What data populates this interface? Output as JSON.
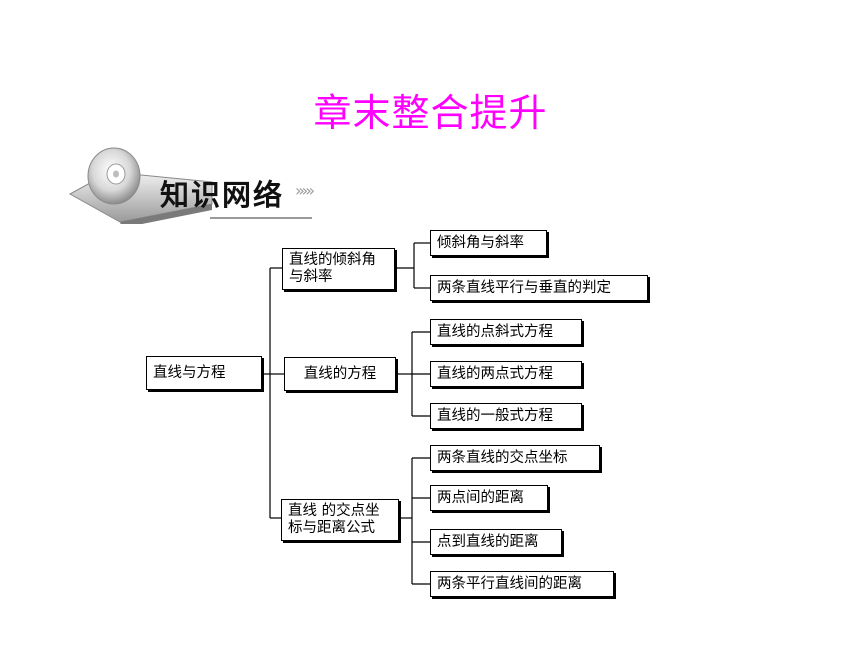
{
  "title": "章末整合提升",
  "section_badge": {
    "label": "知识网络",
    "chevrons": "›››››",
    "icon": "disc-book-icon"
  },
  "colors": {
    "title": "#ff00ff",
    "line": "#000000"
  },
  "mindmap": {
    "root": "直线与方程",
    "branches": [
      {
        "label": "直线的倾斜角与斜率",
        "children": [
          "倾斜角与斜率",
          "两条直线平行与垂直的判定"
        ]
      },
      {
        "label": "直线的方程",
        "children": [
          "直线的点斜式方程",
          "直线的两点式方程",
          "直线的一般式方程"
        ]
      },
      {
        "label": "直线 的交点坐标与距离公式",
        "children": [
          "两条直线的交点坐标",
          "两点间的距离",
          "点到直线的距离",
          "两条平行直线间的距离"
        ]
      }
    ]
  }
}
